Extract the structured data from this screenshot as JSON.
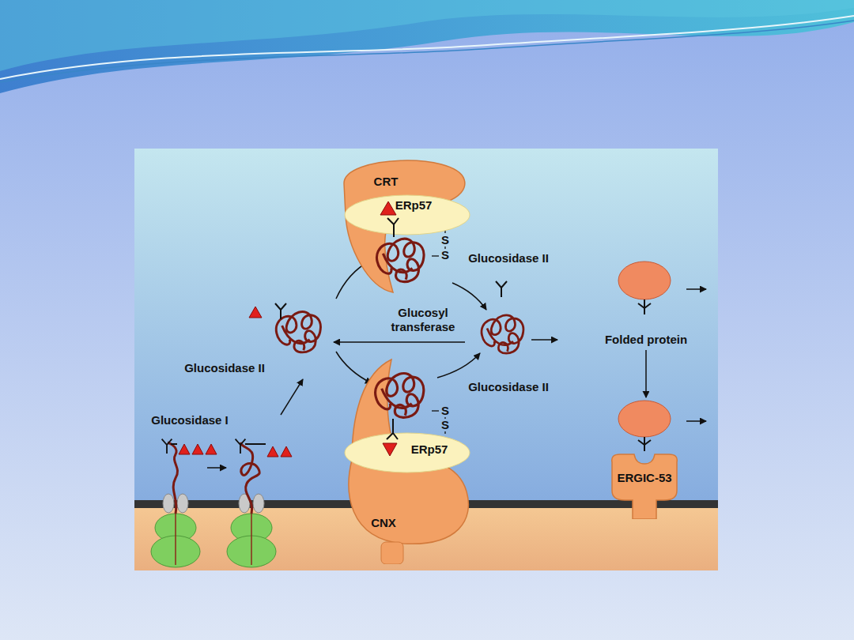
{
  "diagram": {
    "nodes": [
      {
        "text": [
          "CRT"
        ]
      },
      {
        "text": [
          "ERp57"
        ]
      },
      {
        "text": [
          "CNX"
        ]
      },
      {
        "text": [
          "ERp57"
        ]
      },
      {
        "text": [
          "Folded protein"
        ]
      },
      {
        "text": [
          "ERGIC-53"
        ]
      }
    ],
    "edges": [
      {
        "from": 4,
        "to": 5,
        "arrow": "to"
      }
    ],
    "labels": [
      "S",
      "S",
      "Glucosidase II",
      "Glucosyl transferase",
      "Glucosidase II",
      "Glucosidase II",
      "Glucosidase I",
      "S",
      "S"
    ]
  }
}
